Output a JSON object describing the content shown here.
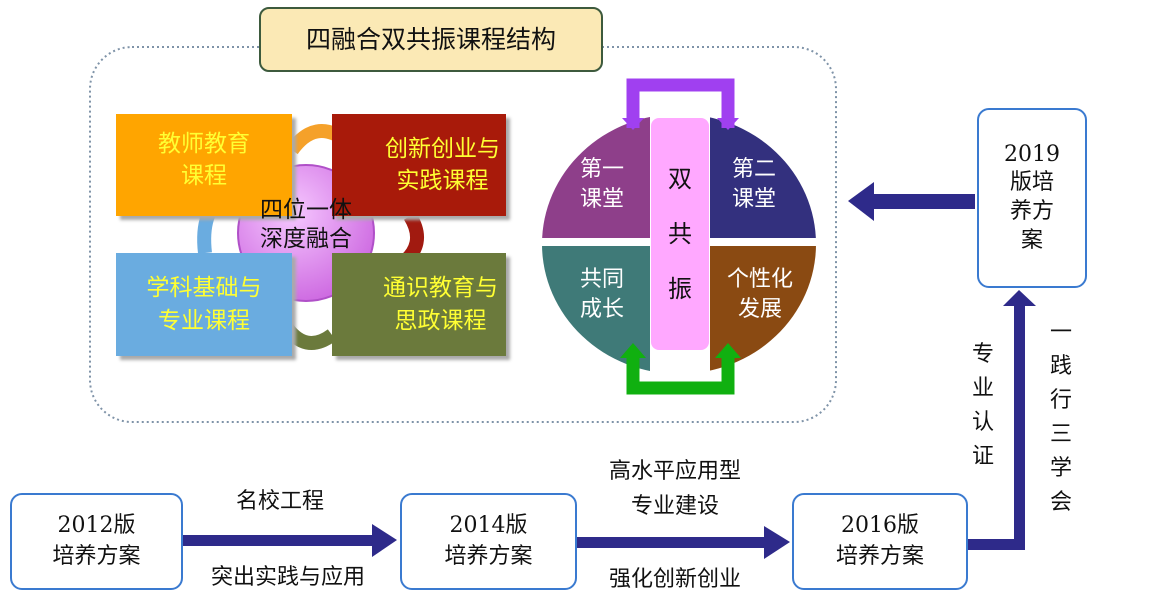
{
  "title": "四融合双共振课程结构",
  "four_fusion": {
    "center": [
      "四位一体",
      "深度融合"
    ],
    "boxes": [
      {
        "lines": [
          "教师教育",
          "课程"
        ],
        "color": "#ffa500"
      },
      {
        "lines": [
          "创新创业与",
          "实践课程"
        ],
        "color": "#a81a0a"
      },
      {
        "lines": [
          "学科基础与",
          "专业课程"
        ],
        "color": "#6aace0"
      },
      {
        "lines": [
          "通识教育与",
          "思政课程"
        ],
        "color": "#6b7a3c"
      }
    ]
  },
  "double_resonance": {
    "center": "双共振",
    "quadrants": [
      {
        "lines": [
          "第一",
          "课堂"
        ],
        "color": "#8e3f8a"
      },
      {
        "lines": [
          "第二",
          "课堂"
        ],
        "color": "#33307e"
      },
      {
        "lines": [
          "共同",
          "成长"
        ],
        "color": "#3f7a78"
      },
      {
        "lines": [
          "个性化",
          "发展"
        ],
        "color": "#8a4a12"
      }
    ]
  },
  "versions": [
    {
      "lines": [
        "2012版",
        "培养方案"
      ]
    },
    {
      "lines": [
        "2014版",
        "培养方案"
      ]
    },
    {
      "lines": [
        "2016版",
        "培养方案"
      ]
    },
    {
      "lines": [
        "2019",
        "版培",
        "养方",
        "案"
      ]
    }
  ],
  "labels": {
    "a1_top": "名校工程",
    "a1_bottom": "突出实践与应用",
    "a2_top1": "高水平应用型",
    "a2_top2": "专业建设",
    "a2_bottom": "强化创新创业",
    "a3_left": "专业认证",
    "a3_right": "一践行三学会"
  },
  "colors": {
    "arrow": "#2e2a8a",
    "version_border": "#3a7ad0"
  }
}
